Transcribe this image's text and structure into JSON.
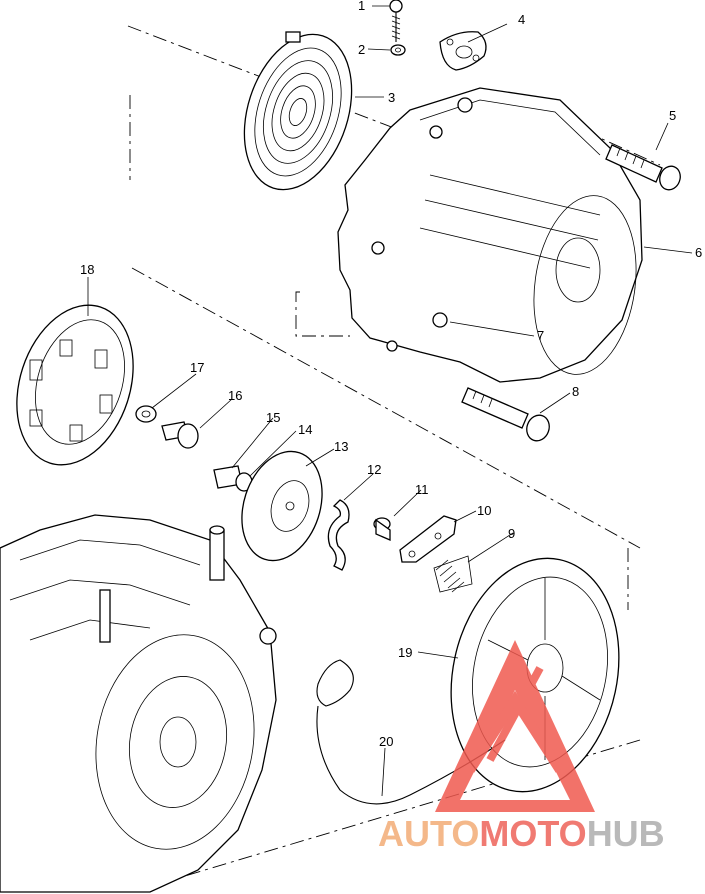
{
  "callouts": [
    {
      "id": 1,
      "label": "1"
    },
    {
      "id": 2,
      "label": "2"
    },
    {
      "id": 3,
      "label": "3"
    },
    {
      "id": 4,
      "label": "4"
    },
    {
      "id": 5,
      "label": "5"
    },
    {
      "id": 6,
      "label": "6"
    },
    {
      "id": 7,
      "label": "7"
    },
    {
      "id": 8,
      "label": "8"
    },
    {
      "id": 9,
      "label": "9"
    },
    {
      "id": 10,
      "label": "10"
    },
    {
      "id": 11,
      "label": "11"
    },
    {
      "id": 12,
      "label": "12"
    },
    {
      "id": 13,
      "label": "13"
    },
    {
      "id": 14,
      "label": "14"
    },
    {
      "id": 15,
      "label": "15"
    },
    {
      "id": 16,
      "label": "16"
    },
    {
      "id": 17,
      "label": "17"
    },
    {
      "id": 18,
      "label": "18"
    },
    {
      "id": 19,
      "label": "19"
    },
    {
      "id": 20,
      "label": "20"
    }
  ],
  "watermark": {
    "part1": "AUTO",
    "part2": "MOTO",
    "part3": "HUB",
    "color_part1": "#f4b88a",
    "color_part2": "#f07a72",
    "color_part3": "#b9b9b9",
    "logo_color": "#f05a50"
  }
}
